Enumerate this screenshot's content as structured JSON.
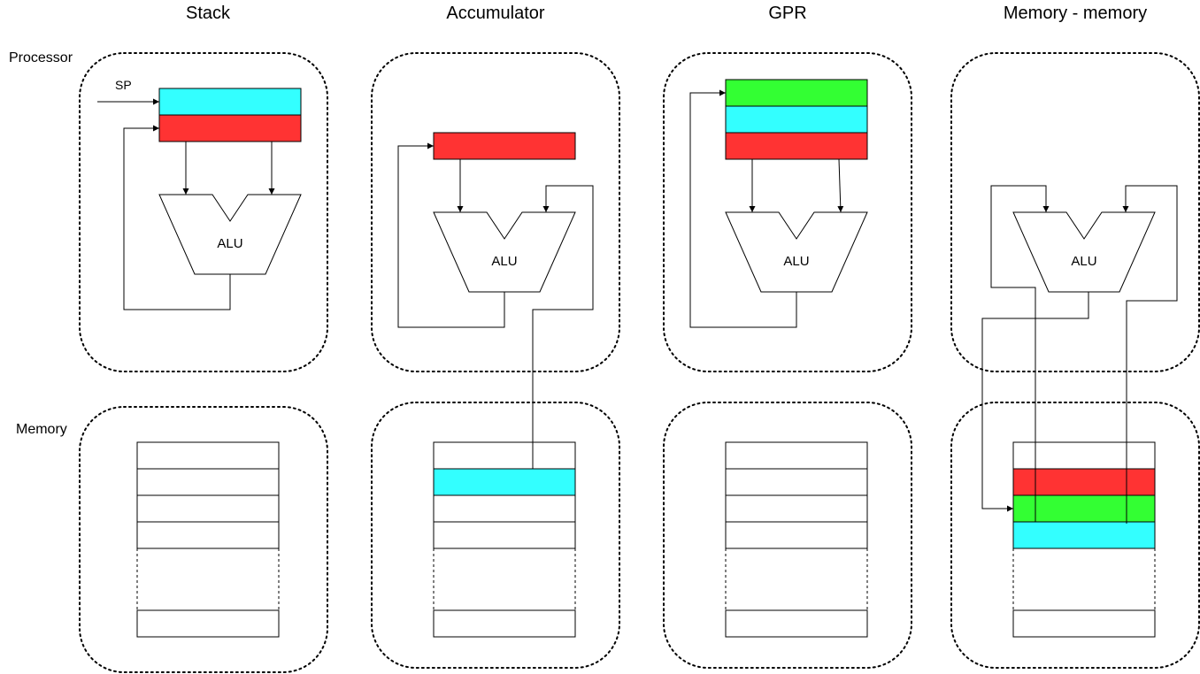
{
  "columns": [
    {
      "key": "stack",
      "title": "Stack"
    },
    {
      "key": "accumulator",
      "title": "Accumulator"
    },
    {
      "key": "gpr",
      "title": "GPR"
    },
    {
      "key": "memmem",
      "title": "Memory - memory"
    }
  ],
  "row_labels": {
    "processor": "Processor",
    "memory": "Memory"
  },
  "alu_label": "ALU",
  "sp_label": "SP",
  "colors": {
    "red": "#ff3333",
    "cyan": "#33ffff",
    "green": "#33ff33",
    "white": "#ffffff"
  },
  "registers": {
    "stack": [
      "cyan",
      "red"
    ],
    "accumulator": [
      "red"
    ],
    "gpr": [
      "green",
      "cyan",
      "red"
    ],
    "memmem": []
  },
  "memory_cells": {
    "stack": [
      "white",
      "white",
      "white",
      "white"
    ],
    "accumulator": [
      "white",
      "cyan",
      "white",
      "white"
    ],
    "gpr": [
      "white",
      "white",
      "white",
      "white"
    ],
    "memmem": [
      "white",
      "red",
      "green",
      "cyan"
    ]
  }
}
